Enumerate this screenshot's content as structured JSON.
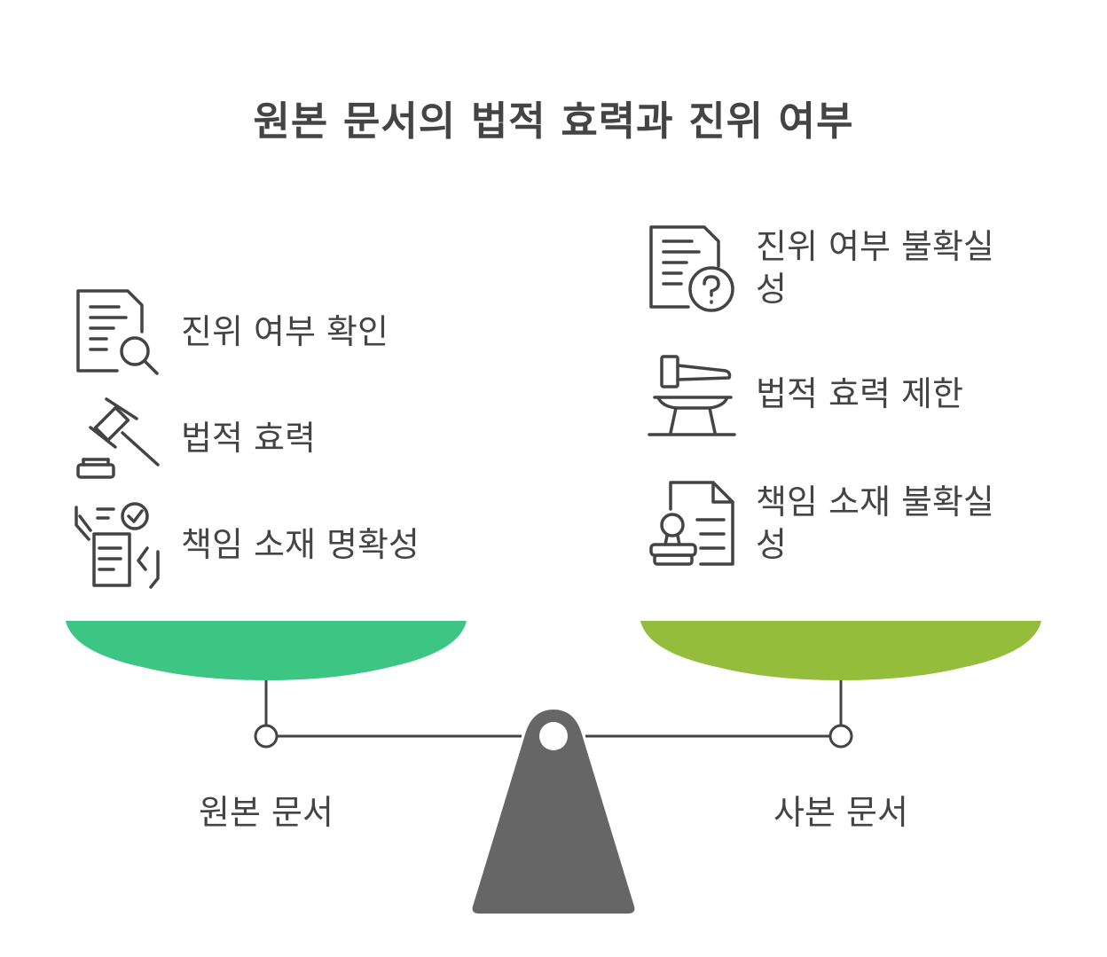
{
  "title": "원본 문서의 법적 효력과 진위 여부",
  "left": {
    "name": "원본 문서",
    "color": "#3DC584",
    "items": [
      {
        "label": "진위 여부 확인",
        "icon": "document-search-icon"
      },
      {
        "label": "법적 효력",
        "icon": "gavel-icon"
      },
      {
        "label": "책임 소재 명확성",
        "icon": "hands-checklist-icon"
      }
    ]
  },
  "right": {
    "name": "사본 문서",
    "color": "#93BD3B",
    "items": [
      {
        "label": "진위 여부 불확실성",
        "icon": "document-question-icon"
      },
      {
        "label": "법적 효력 제한",
        "icon": "anvil-hammer-icon"
      },
      {
        "label": "책임 소재 불확실성",
        "icon": "document-stamp-icon"
      }
    ]
  },
  "colors": {
    "text": "#444444",
    "fulcrum": "#666666",
    "beam": "#444444"
  }
}
